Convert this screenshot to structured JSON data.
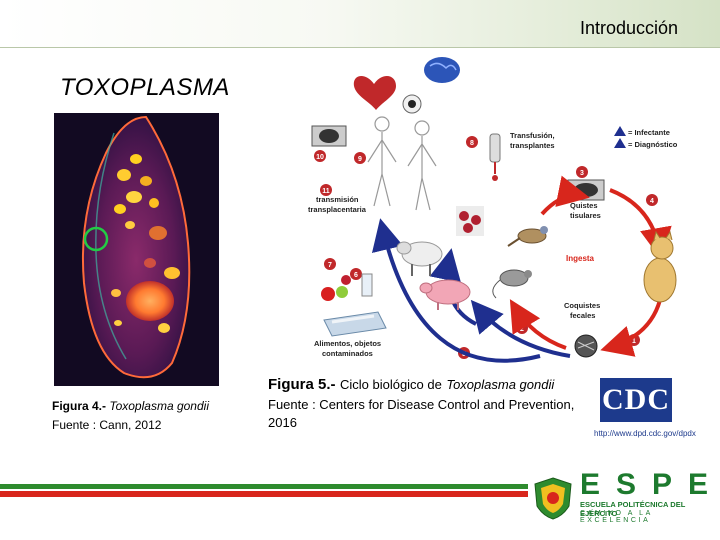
{
  "header": {
    "title": "Introducción"
  },
  "slide": {
    "title": "TOXOPLASMA"
  },
  "figure4": {
    "label": "Figura 4.-",
    "text": "Toxoplasma gondii",
    "source": "Fuente : Cann, 2012"
  },
  "figure5": {
    "label": "Figura 5.-",
    "text_pre": "Ciclo biológico de",
    "text_species": "Toxoplasma gondii",
    "source": "Fuente : Centers for Disease Control and Prevention, 2016"
  },
  "diagram": {
    "legend_infective": "= Infectante",
    "legend_diagnostic": "= Diagnóstico",
    "label_transfusion": "Transfusión,",
    "label_transplants": "transplantes",
    "label_transmission": "transmisión",
    "label_transplacental": "transplacentaria",
    "label_cysts_1": "Quistes",
    "label_cysts_2": "tisulares",
    "label_ingestion": "Ingesta",
    "label_oocysts_1": "Coquistes",
    "label_oocysts_2": "fecales",
    "label_food_1": "Alimentos, objetos",
    "label_food_2": "contaminados",
    "steps": [
      "1",
      "2",
      "3",
      "4",
      "5",
      "6",
      "7",
      "8",
      "9",
      "10",
      "11"
    ],
    "colors": {
      "red_cycle": "#d8261c",
      "blue_arrow": "#1f2f8f"
    }
  },
  "cdc": {
    "logo": "CDC",
    "url": "http://www.dpd.cdc.gov/dpdx"
  },
  "footer": {
    "brand": "ESPE",
    "line1": "ESCUELA POLITÉCNICA DEL EJÉRCITO",
    "line2": "CAMINO A LA EXCELENCIA",
    "colors": {
      "green": "#2e8b2e",
      "red": "#d8261c"
    }
  }
}
